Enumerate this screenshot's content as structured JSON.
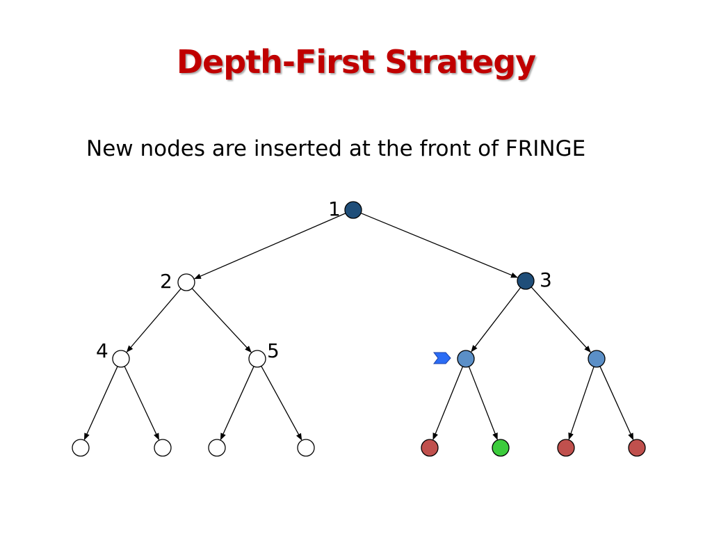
{
  "slide": {
    "title": "Depth-First Strategy",
    "subtitle": "New nodes are inserted at the front of FRINGE"
  },
  "colors": {
    "title": "#c00000",
    "expanded": "#1f4e79",
    "fringe": "#5b8fc7",
    "failed": "#c0504d",
    "goal": "#3ccc3c",
    "unvisited": "#ffffff",
    "pointer": "#2b6cf5"
  },
  "tree": {
    "nodes": [
      {
        "id": "n1",
        "label": "1",
        "state": "expanded"
      },
      {
        "id": "n2",
        "label": "2",
        "state": "unvisited"
      },
      {
        "id": "n3",
        "label": "3",
        "state": "expanded"
      },
      {
        "id": "n4",
        "label": "4",
        "state": "unvisited"
      },
      {
        "id": "n5",
        "label": "5",
        "state": "unvisited"
      },
      {
        "id": "n6",
        "label": "",
        "state": "fringe"
      },
      {
        "id": "n7",
        "label": "",
        "state": "fringe"
      },
      {
        "id": "n8",
        "label": "",
        "state": "unvisited"
      },
      {
        "id": "n9",
        "label": "",
        "state": "unvisited"
      },
      {
        "id": "n10",
        "label": "",
        "state": "unvisited"
      },
      {
        "id": "n11",
        "label": "",
        "state": "unvisited"
      },
      {
        "id": "n12",
        "label": "",
        "state": "failed"
      },
      {
        "id": "n13",
        "label": "",
        "state": "goal"
      },
      {
        "id": "n14",
        "label": "",
        "state": "failed"
      },
      {
        "id": "n15",
        "label": "",
        "state": "failed"
      }
    ],
    "edges": [
      [
        "n1",
        "n2"
      ],
      [
        "n1",
        "n3"
      ],
      [
        "n2",
        "n4"
      ],
      [
        "n2",
        "n5"
      ],
      [
        "n3",
        "n6"
      ],
      [
        "n3",
        "n7"
      ],
      [
        "n4",
        "n8"
      ],
      [
        "n4",
        "n9"
      ],
      [
        "n5",
        "n10"
      ],
      [
        "n5",
        "n11"
      ],
      [
        "n6",
        "n12"
      ],
      [
        "n6",
        "n13"
      ],
      [
        "n7",
        "n14"
      ],
      [
        "n7",
        "n15"
      ]
    ],
    "pointer_at": "n6"
  }
}
